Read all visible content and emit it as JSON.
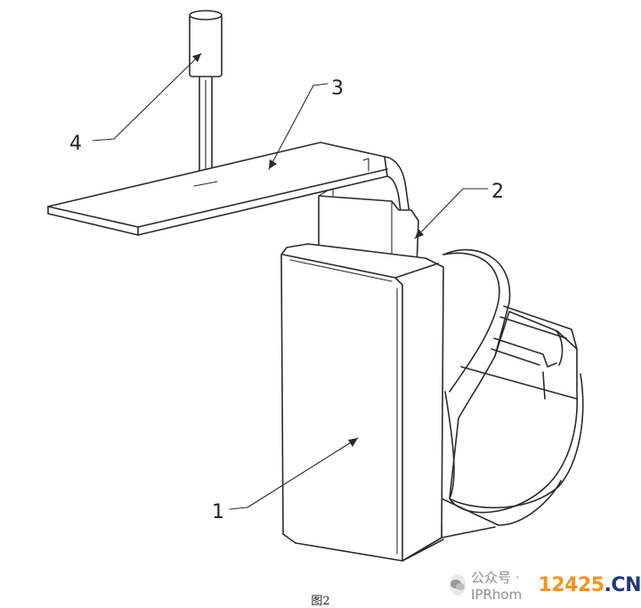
{
  "figure": {
    "caption": "图2",
    "callouts": [
      {
        "id": "1",
        "text": "1"
      },
      {
        "id": "2",
        "text": "2"
      },
      {
        "id": "3",
        "text": "3"
      },
      {
        "id": "4",
        "text": "4"
      }
    ]
  },
  "watermark": {
    "source_text": "公众号 · IPRhom",
    "logo_number": "12425",
    "logo_suffix": ".CN",
    "icon": "wechat-icon"
  },
  "colors": {
    "line": "#2b2b2b",
    "logo_number": "#f7941d",
    "logo_suffix": "#1f3a7a"
  }
}
